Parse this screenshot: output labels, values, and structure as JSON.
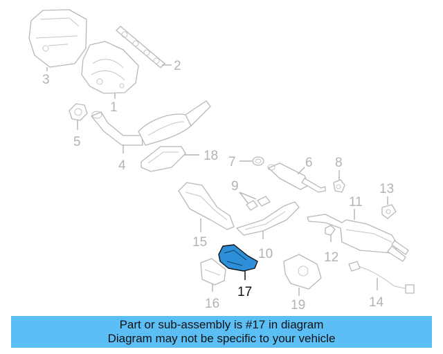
{
  "callouts": {
    "c1": "1",
    "c2": "2",
    "c3": "3",
    "c4": "4",
    "c5": "5",
    "c6": "6",
    "c7": "7",
    "c8": "8",
    "c9": "9",
    "c10": "10",
    "c11": "11",
    "c12": "12",
    "c13": "13",
    "c14": "14",
    "c15": "15",
    "c16": "16",
    "c17": "17",
    "c18": "18",
    "c19": "19"
  },
  "highlight": {
    "part": "17",
    "color": "#2c8fd8"
  },
  "banner": {
    "line1": "Part or sub-assembly is #17 in diagram",
    "line2": "Diagram may not be specific to your vehicle",
    "color": "#5bbef5"
  }
}
